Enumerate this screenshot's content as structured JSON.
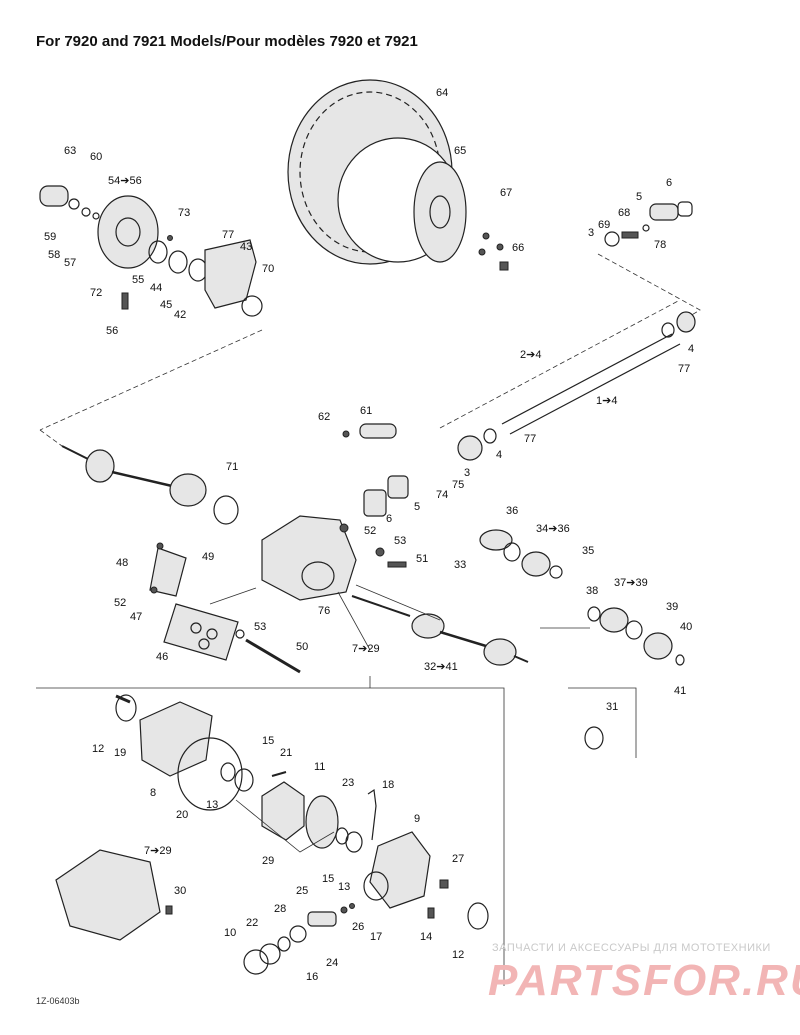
{
  "title": "For 7920 and 7921 Models/Pour modèles 7920 et 7921",
  "watermark": {
    "line1": "ЗАПЧАСТИ И АКСЕССУАРЫ ДЛЯ МОТОТЕХНИКИ",
    "line2": "PARTSFOR.RU",
    "color": "#f2b5b5"
  },
  "drawing_code": "1Z-06403b",
  "callouts": {
    "c64": "64",
    "c65": "65",
    "c67": "67",
    "c66": "66",
    "c63": "63",
    "c60": "60",
    "c54_56": "54➔56",
    "c73": "73",
    "c77a": "77",
    "c43": "43",
    "c59": "59",
    "c58": "58",
    "c57": "57",
    "c55": "55",
    "c44": "44",
    "c45": "45",
    "c70": "70",
    "c72": "72",
    "c42": "42",
    "c56": "56",
    "c6a": "6",
    "c5a": "5",
    "c68": "68",
    "c3a": "3",
    "c69": "69",
    "c78": "78",
    "c4a": "4",
    "c77b": "77",
    "c2_4": "2➔4",
    "c1_4": "1➔4",
    "c62": "62",
    "c61": "61",
    "c77c": "77",
    "c4b": "4",
    "c3b": "3",
    "c75": "75",
    "c74": "74",
    "c71": "71",
    "c5b": "5",
    "c6b": "6",
    "c52a": "52",
    "c53a": "53",
    "c51": "51",
    "c36": "36",
    "c34_36": "34➔36",
    "c33": "33",
    "c35": "35",
    "c48": "48",
    "c49": "49",
    "c52b": "52",
    "c47": "47",
    "c76": "76",
    "c38": "38",
    "c37_39": "37➔39",
    "c39": "39",
    "c40": "40",
    "c53b": "53",
    "c50": "50",
    "c46": "46",
    "c7_29a": "7➔29",
    "c32_41": "32➔41",
    "c41": "41",
    "c31": "31",
    "c12a": "12",
    "c19": "19",
    "c15a": "15",
    "c21": "21",
    "c11": "11",
    "c23": "23",
    "c18": "18",
    "c8": "8",
    "c20": "20",
    "c13a": "13",
    "c9": "9",
    "c29": "29",
    "c15b": "15",
    "c13b": "13",
    "c27": "27",
    "c7_29b": "7➔29",
    "c30": "30",
    "c25": "25",
    "c28": "28",
    "c26": "26",
    "c17": "17",
    "c14": "14",
    "c22": "22",
    "c10": "10",
    "c24": "24",
    "c16": "16",
    "c12b": "12"
  }
}
